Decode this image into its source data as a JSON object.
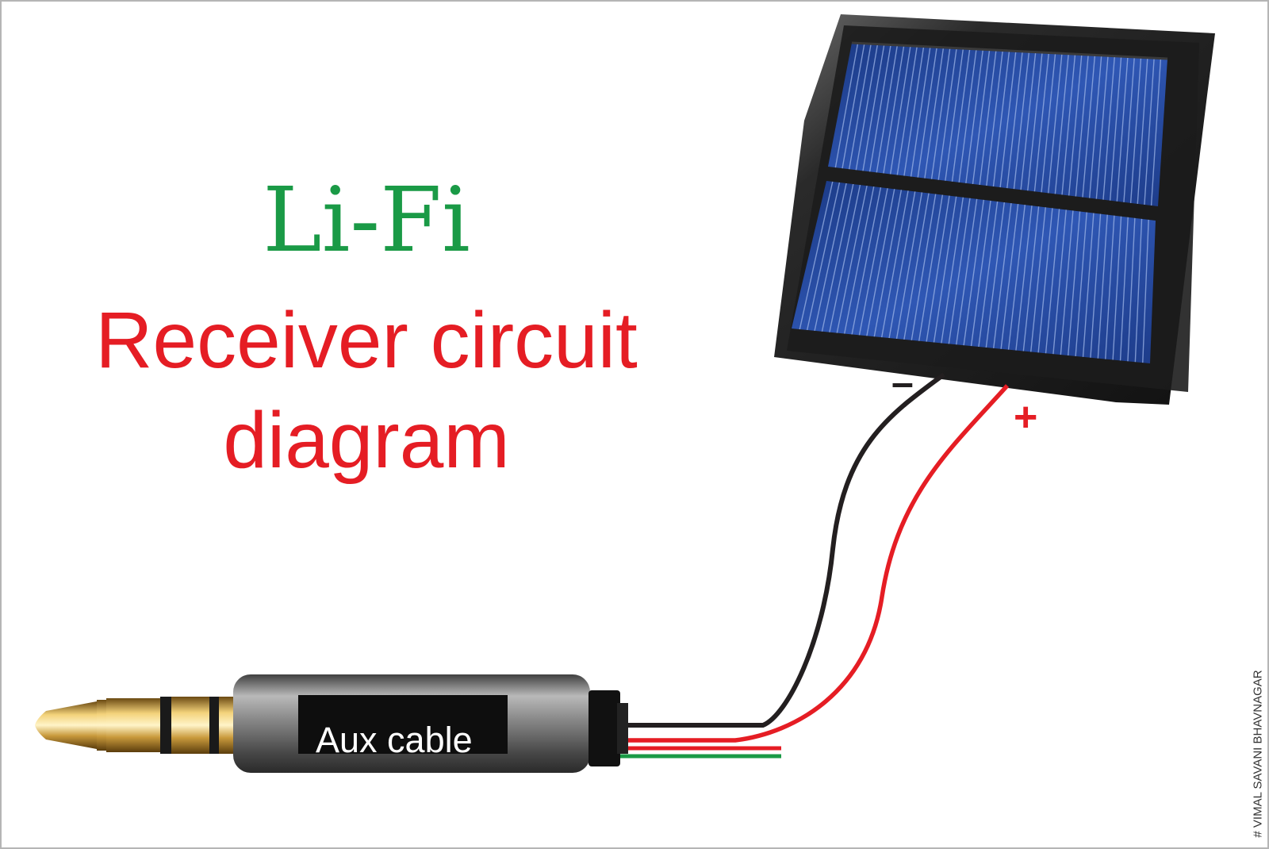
{
  "diagram": {
    "title": "Li-Fi",
    "subtitle_line1": "Receiver circuit",
    "subtitle_line2": "diagram",
    "labels": {
      "minus": "–",
      "plus": "+",
      "aux": "Aux cable"
    },
    "credit": "# VIMAL SAVANI  BHAVNAGAR",
    "components": [
      {
        "name": "solar-panel",
        "cells": 2,
        "finger_lines_per_cell": 48
      },
      {
        "name": "aux-jack",
        "type": "3.5mm stereo plug"
      },
      {
        "name": "negative-wire",
        "color": "#231f20"
      },
      {
        "name": "positive-wire",
        "color": "#e51d24"
      }
    ],
    "colors": {
      "title": "#1a9a46",
      "subtitle": "#e51d24",
      "ground_wire": "#1a9a46",
      "cell_blue": "#1e3f8f",
      "frame": "#1b1b1b"
    }
  }
}
